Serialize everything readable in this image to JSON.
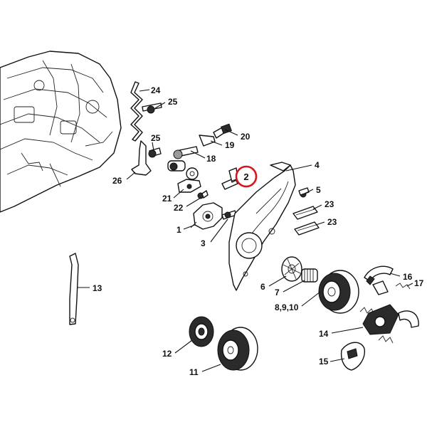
{
  "callouts": {
    "c1": "1",
    "c2": "2",
    "c3": "3",
    "c4": "4",
    "c5": "5",
    "c6": "6",
    "c7": "7",
    "c8_9_10": "8,9,10",
    "c11": "11",
    "c12": "12",
    "c13": "13",
    "c14": "14",
    "c15": "15",
    "c16": "16",
    "c17": "17",
    "c18": "18",
    "c19": "19",
    "c20": "20",
    "c21": "21",
    "c22": "22",
    "c23a": "23",
    "c23b": "23",
    "c24": "24",
    "c25a": "25",
    "c25b": "25",
    "c26": "26"
  },
  "highlight": {
    "label": "2",
    "color": "#d9141b"
  }
}
